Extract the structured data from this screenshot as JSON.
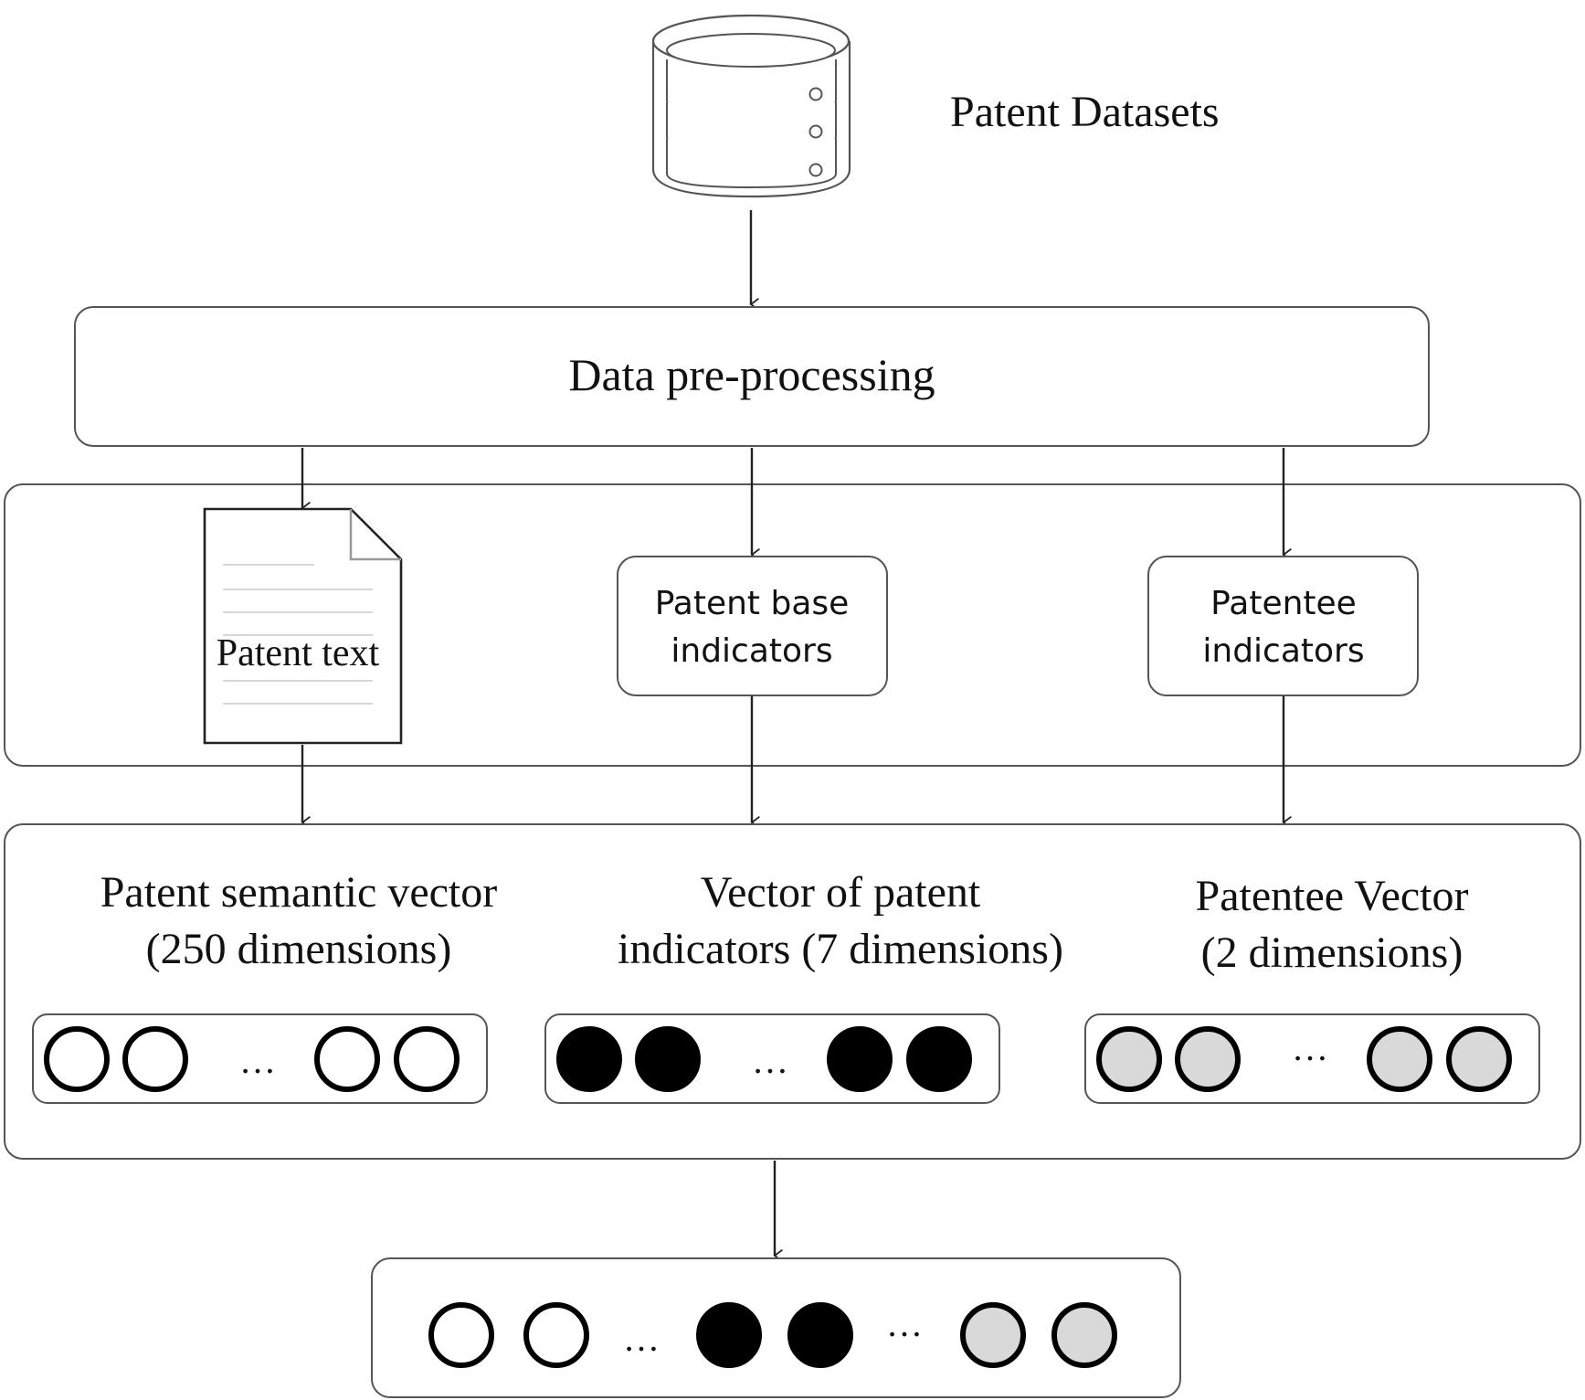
{
  "diagram": {
    "datasets_label": "Patent Datasets",
    "preprocessing_label": "Data pre-processing",
    "patent_text_label": "Patent text",
    "base_indicators": {
      "line1": "Patent base",
      "line2": "indicators"
    },
    "patentee_indicators": {
      "line1": "Patentee",
      "line2": "indicators"
    },
    "semantic_vector": {
      "line1": "Patent semantic vector",
      "line2": "(250 dimensions)"
    },
    "indicator_vector": {
      "line1": "Vector of patent",
      "line2": "indicators (7 dimensions)"
    },
    "patentee_vector": {
      "line1": "Patentee Vector",
      "line2": "(2 dimensions)"
    },
    "ellipsis": "…",
    "colors": {
      "circle_white": "#ffffff",
      "circle_black": "#000000",
      "circle_gray": "#d9d9d9"
    }
  }
}
